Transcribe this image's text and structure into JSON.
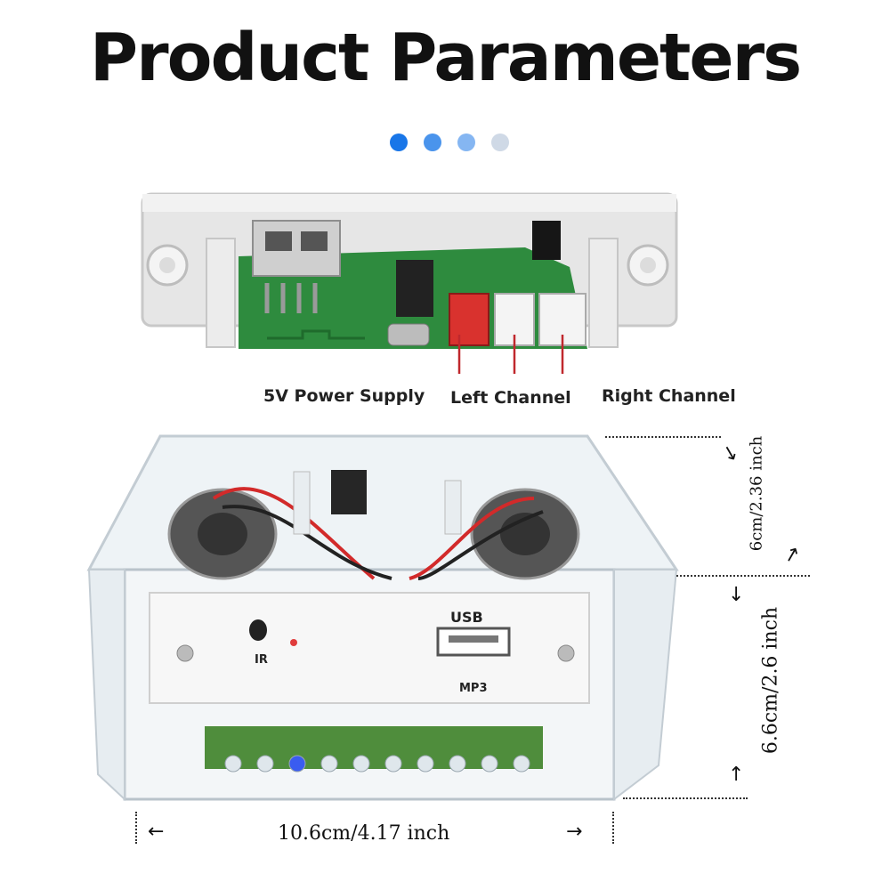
{
  "title": "Product Parameters",
  "dots": [
    "#1976e8",
    "#4a94ec",
    "#85b6f2",
    "#cfd9e6"
  ],
  "pcb": {
    "labels": {
      "power": "5V Power Supply",
      "left": "Left Channel",
      "right": "Right Channel"
    },
    "colors": {
      "board": "#2e8b3e",
      "frame": "#e4e4e4",
      "connector_red": "#d9322e",
      "line": "#c0282d"
    }
  },
  "box": {
    "panel": {
      "usb": "USB",
      "mp3": "MP3",
      "ir": "IR"
    }
  },
  "dimensions": {
    "height_top": "6cm/2.36 inch",
    "height_side": "6.6cm/2.6 inch",
    "width": "10.6cm/4.17 inch"
  }
}
